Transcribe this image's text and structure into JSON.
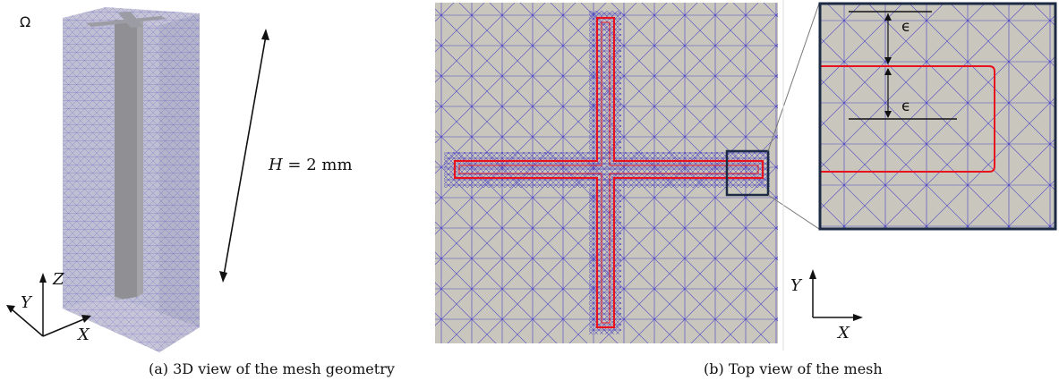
{
  "panel_a": {
    "domain_label": "Ω",
    "height_label_var": "H",
    "height_label_value": " = 2 mm",
    "axes": {
      "x": "X",
      "y": "Y",
      "z": "Z"
    },
    "caption": "(a) 3D view of the mesh geometry"
  },
  "panel_b": {
    "inset": {
      "epsilon_top": "ϵ",
      "epsilon_bottom": "ϵ"
    },
    "axes": {
      "x": "X",
      "y": "Y"
    },
    "caption": "(b) Top view of the mesh"
  },
  "colors": {
    "mesh_fill": "#c9c6bd",
    "mesh_line": "#4a44c8",
    "interface": "#e8121e",
    "inset_border": "#1c2a44",
    "block_face": "#b9b9cc",
    "block_inner": "#8f8f94"
  }
}
